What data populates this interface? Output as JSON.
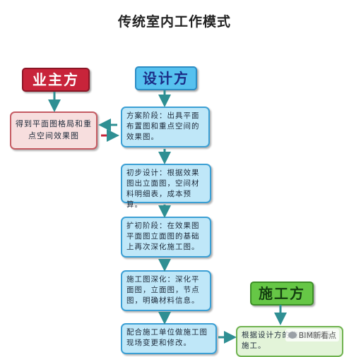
{
  "title": "传统室内工作模式",
  "roles": {
    "owner": "业主方",
    "designer": "设计方",
    "builder": "施工方"
  },
  "owner_step": "得到平面图格局和重点空间效果图",
  "design_steps": [
    "方案阶段：出具平面布置图和重点空间的效果图。",
    "初步设计：根据效果图出立面图，空间材料明细表，成本预算。",
    "扩初阶段：在效果图平面图立面图的基础上再次深化施工图。",
    "施工图深化：深化平面图，立面图，节点图，明确材料信息。",
    "配合施工单位做施工图现场变更和修改。"
  ],
  "builder_step": "根据设计方的施工图进行施工。",
  "watermark": "BIM新看点",
  "colors": {
    "owner": "#c8243a",
    "designer": "#56c1ef",
    "builder": "#66c746",
    "step_fill": "#bfe7f8",
    "arrow": "#2f8f93"
  },
  "icons": [
    "arrow-down-icon",
    "arrow-left-icon",
    "arrow-right-icon",
    "wechat-icon"
  ]
}
